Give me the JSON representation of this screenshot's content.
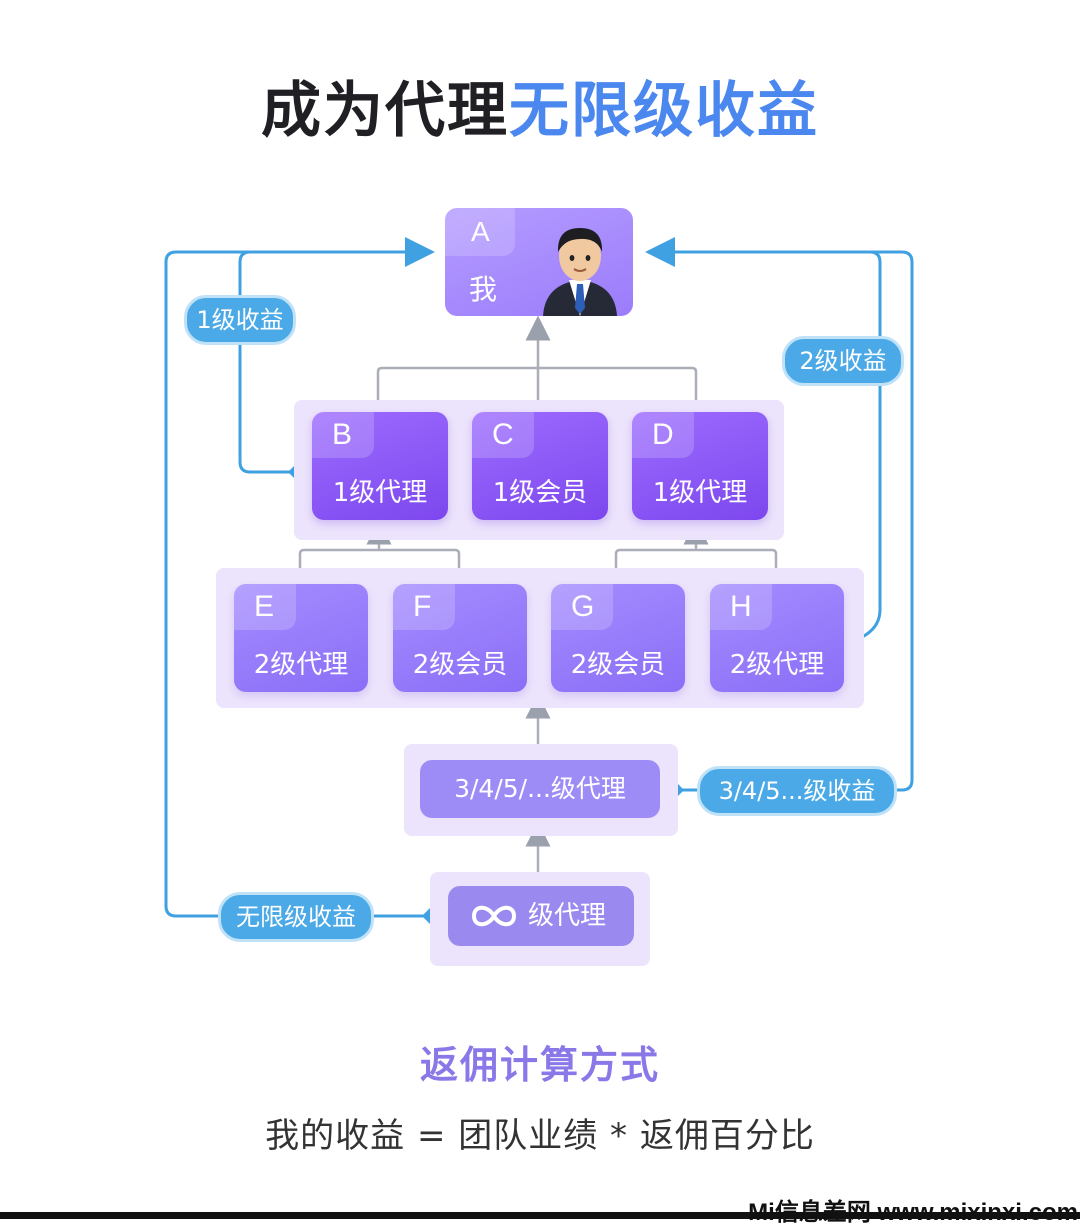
{
  "title": {
    "part1": "成为代理",
    "part2": "无限级收益",
    "part2_color": "#4a87ef"
  },
  "root": {
    "letter": "A",
    "label": "我",
    "avatar": "businessman-avatar-icon"
  },
  "level1": [
    {
      "letter": "B",
      "label": "1级代理"
    },
    {
      "letter": "C",
      "label": "1级会员"
    },
    {
      "letter": "D",
      "label": "1级代理"
    }
  ],
  "level2": [
    {
      "letter": "E",
      "label": "2级代理"
    },
    {
      "letter": "F",
      "label": "2级会员"
    },
    {
      "letter": "G",
      "label": "2级会员"
    },
    {
      "letter": "H",
      "label": "2级代理"
    }
  ],
  "deep_level": {
    "label": "3/4/5/...级代理"
  },
  "infinite_level": {
    "label": "级代理",
    "icon": "infinity-icon"
  },
  "income_tags": {
    "level1": "1级收益",
    "level2": "2级收益",
    "deep": "3/4/5...级收益",
    "infinite": "无限级收益"
  },
  "colors": {
    "income_blue": "#4aa9e6",
    "node_purple": "#8b5cf6",
    "panel": "#ece3fc"
  },
  "subtitle": "返佣计算方式",
  "formula": "我的收益 = 团队业绩 * 返佣百分比",
  "watermark": "Mi信息差网 www.mixinxi.com"
}
